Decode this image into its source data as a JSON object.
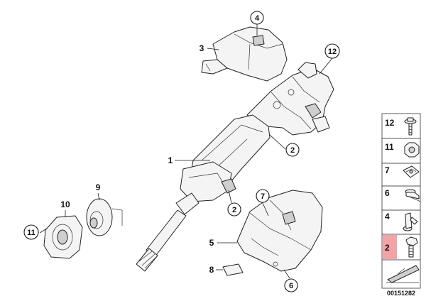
{
  "diagram": {
    "callouts": [
      {
        "id": "c4",
        "label": "4"
      },
      {
        "id": "c3",
        "label": "3"
      },
      {
        "id": "c12",
        "label": "12"
      },
      {
        "id": "c1",
        "label": "1"
      },
      {
        "id": "c2a",
        "label": "2"
      },
      {
        "id": "c9",
        "label": "9"
      },
      {
        "id": "c10",
        "label": "10"
      },
      {
        "id": "c11",
        "label": "11"
      },
      {
        "id": "c7",
        "label": "7"
      },
      {
        "id": "c2b",
        "label": "2"
      },
      {
        "id": "c5",
        "label": "5"
      },
      {
        "id": "c8",
        "label": "8"
      },
      {
        "id": "c6",
        "label": "6"
      }
    ],
    "legend": {
      "items": [
        {
          "label": "12",
          "icon": "bolt-with-washer-icon"
        },
        {
          "label": "11",
          "icon": "hex-nut-icon"
        },
        {
          "label": "7",
          "icon": "clip-nut-icon"
        },
        {
          "label": "6",
          "icon": "screw-icon"
        },
        {
          "label": "4",
          "icon": "plastic-rivet-icon"
        },
        {
          "label": "2",
          "icon": "hex-bolt-icon",
          "highlighted": true
        }
      ],
      "catalog_number": "00151282",
      "highlight_color": "#f3a3a6"
    }
  }
}
